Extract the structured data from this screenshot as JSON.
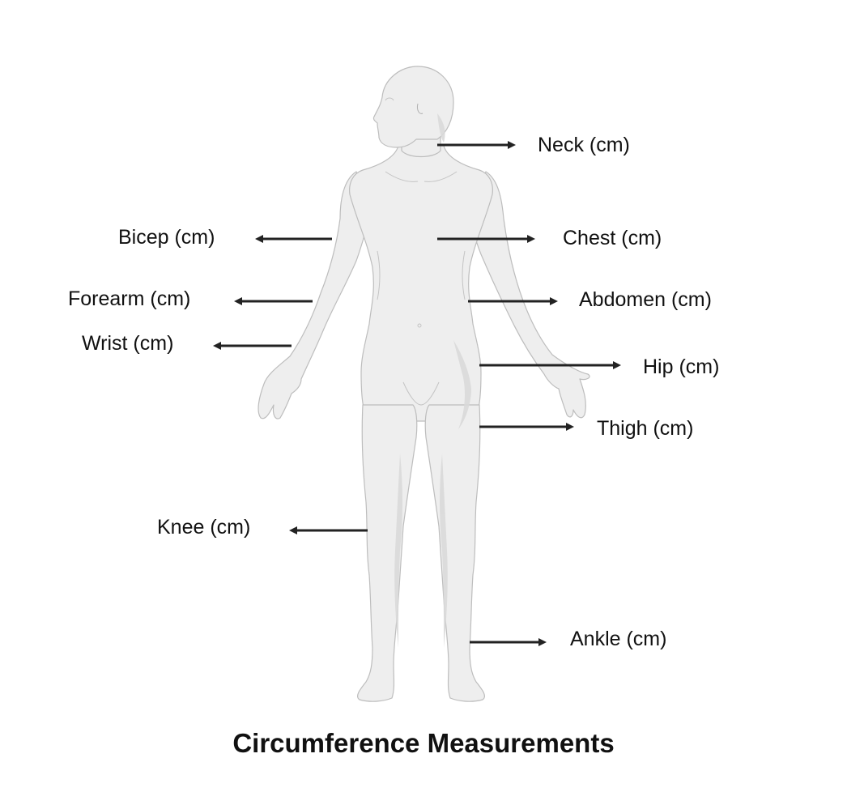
{
  "title": "Circumference Measurements",
  "labels": {
    "neck": "Neck (cm)",
    "bicep": "Bicep (cm)",
    "chest": "Chest (cm)",
    "forearm": "Forearm (cm)",
    "abdomen": "Abdomen (cm)",
    "wrist": "Wrist (cm)",
    "hip": "Hip (cm)",
    "thigh": "Thigh (cm)",
    "knee": "Knee (cm)",
    "ankle": "Ankle (cm)"
  },
  "colors": {
    "figure_fill": "#eeeeee",
    "figure_shadow": "#d9d9d9",
    "figure_outline": "#bdbdbd",
    "arrow": "#222222",
    "text": "#111111"
  }
}
